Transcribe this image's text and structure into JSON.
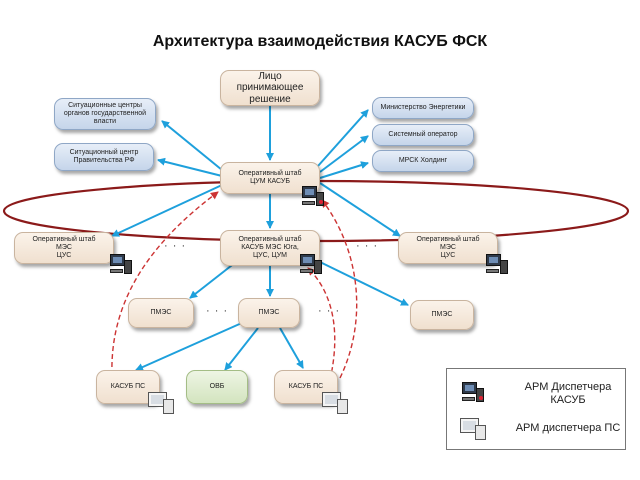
{
  "title": "Архитектура взаимодействия КАСУБ ФСК",
  "nodes": {
    "decision_maker": "Лицо\nпринимающее\nрешение",
    "situational_centers": "Ситуационные центры\nорганов государственной\nвласти",
    "gov_center": "Ситуационный центр\nПравительства РФ",
    "ministry": "Министерство Энергетики",
    "system_operator": "Системный оператор",
    "mrsk": "МРСК Холдинг",
    "hq_tsum": "Оперативный штаб\nЦУМ КАСУБ",
    "hq_left": "Оперативный штаб\nМЭС\nЦУС",
    "hq_center": "Оперативный штаб\nКАСУБ МЭС Юга,\nЦУС, ЦУМ",
    "hq_right": "Оперативный штаб\nМЭС\nЦУС",
    "pmes_left": "ПМЭС",
    "pmes_center": "ПМЭС",
    "pmes_right": "ПМЭС",
    "kasub_ps_left": "КАСУБ ПС",
    "ovb": "ОВБ",
    "kasub_ps_right": "КАСУБ ПС"
  },
  "ellipsis": "· · ·",
  "legend": {
    "dispatcher_kasub": "АРМ Диспетчера\nКАСУБ",
    "dispatcher_ps": "АРМ диспетчера ПС"
  },
  "colors": {
    "arrow": "#1ea0dc",
    "dashed": "#cc3333",
    "ellipse": "#8b1a1a"
  }
}
